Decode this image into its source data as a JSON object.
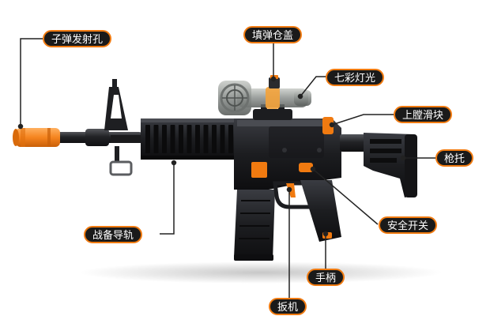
{
  "colors": {
    "gun_body": "#1c1d20",
    "gun_highlight": "#3a3c42",
    "accent_orange": "#f07a10",
    "muzzle_orange": "#f5841f",
    "scope_smoke": "#8a8f8c",
    "callout_bg": "#1a1a1a",
    "callout_text": "#ffffff",
    "leader_line": "#222222"
  },
  "labels": {
    "muzzle": "子弹发射孔",
    "magazine_cover": "填弹仓盖",
    "color_light": "七彩灯光",
    "upper_slide": "上膛滑块",
    "stock": "枪托",
    "rail": "战备导轨",
    "safety": "安全开关",
    "grip": "手柄",
    "trigger": "扳机"
  }
}
